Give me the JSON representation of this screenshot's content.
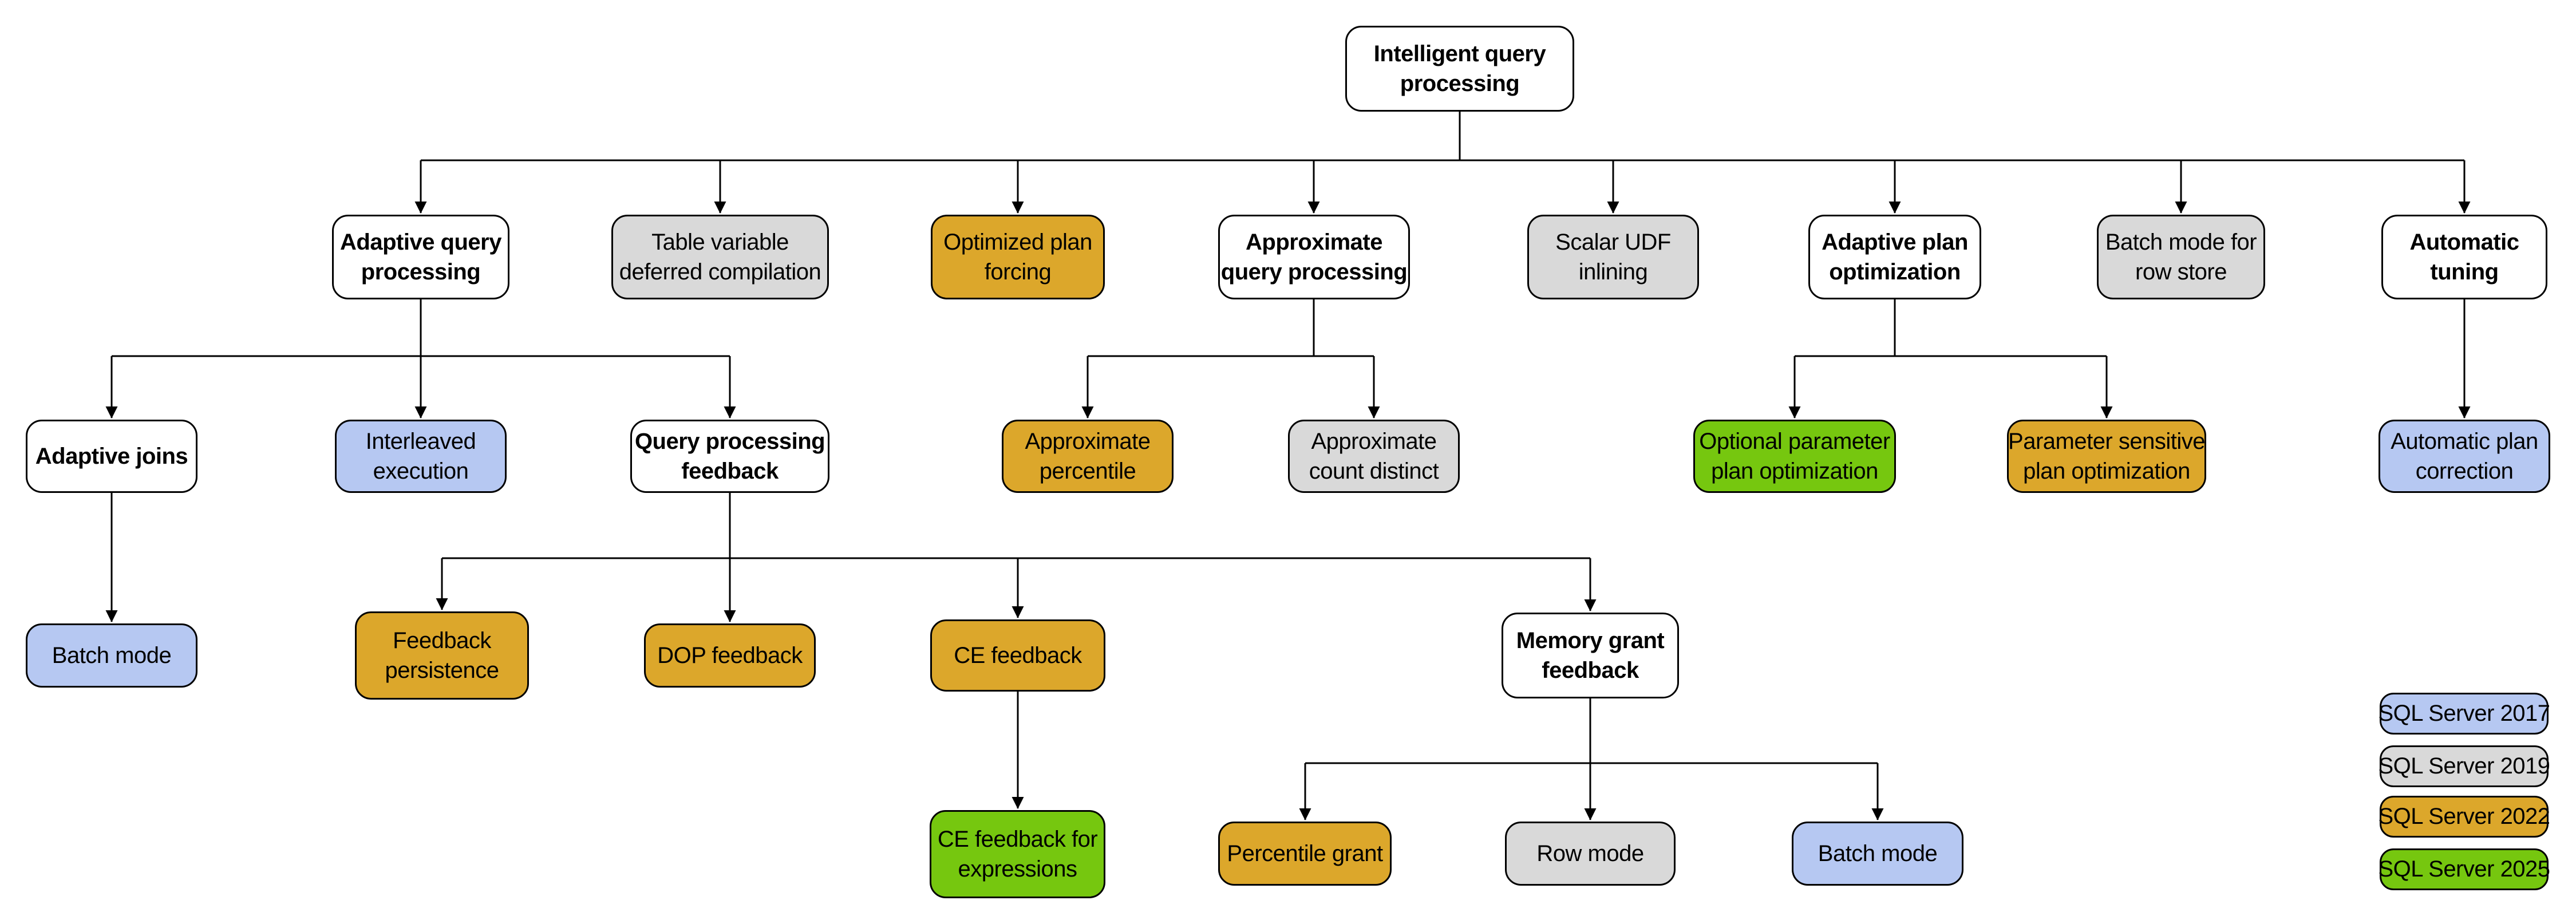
{
  "palette": {
    "2017": "#B6C8F2",
    "2019": "#D9D9D9",
    "2022": "#DCA72B",
    "2025": "#76C70F",
    "category": "#FFFFFF",
    "border": "#000000",
    "text": "#000000",
    "background": "#FFFFFF"
  },
  "nodes": [
    {
      "label": "Intelligent query\nprocessing",
      "version": "category"
    },
    {
      "label": "Adaptive query\nprocessing",
      "version": "category"
    },
    {
      "label": "Table variable\ndeferred compilation",
      "version": "2019"
    },
    {
      "label": "Optimized plan\nforcing",
      "version": "2022"
    },
    {
      "label": "Approximate\nquery processing",
      "version": "category"
    },
    {
      "label": "Scalar UDF\ninlining",
      "version": "2019"
    },
    {
      "label": "Adaptive plan\noptimization",
      "version": "category"
    },
    {
      "label": "Batch mode for\nrow store",
      "version": "2019"
    },
    {
      "label": "Automatic\ntuning",
      "version": "category"
    },
    {
      "label": "Adaptive joins",
      "version": "category"
    },
    {
      "label": "Interleaved\nexecution",
      "version": "2017"
    },
    {
      "label": "Query processing\nfeedback",
      "version": "category"
    },
    {
      "label": "Approximate\npercentile",
      "version": "2022"
    },
    {
      "label": "Approximate\ncount distinct",
      "version": "2019"
    },
    {
      "label": "Optional parameter\nplan optimization",
      "version": "2025"
    },
    {
      "label": "Parameter sensitive\nplan optimization",
      "version": "2022"
    },
    {
      "label": "Automatic plan\ncorrection",
      "version": "2017"
    },
    {
      "label": "Batch mode",
      "version": "2017"
    },
    {
      "label": "Feedback\npersistence",
      "version": "2022"
    },
    {
      "label": "DOP feedback",
      "version": "2022"
    },
    {
      "label": "CE feedback",
      "version": "2022"
    },
    {
      "label": "Memory grant\nfeedback",
      "version": "category"
    },
    {
      "label": "CE feedback for\nexpressions",
      "version": "2025"
    },
    {
      "label": "Percentile grant",
      "version": "2022"
    },
    {
      "label": "Row mode",
      "version": "2019"
    },
    {
      "label": "Batch mode",
      "version": "2017"
    }
  ],
  "edges": [
    {
      "from": "Intelligent query processing",
      "to": [
        "Adaptive query processing",
        "Table variable deferred compilation",
        "Optimized plan forcing",
        "Approximate query processing",
        "Scalar UDF inlining",
        "Adaptive plan optimization",
        "Batch mode for row store",
        "Automatic tuning"
      ]
    },
    {
      "from": "Adaptive query processing",
      "to": [
        "Adaptive joins",
        "Interleaved execution",
        "Query processing feedback"
      ]
    },
    {
      "from": "Approximate query processing",
      "to": [
        "Approximate percentile",
        "Approximate count distinct"
      ]
    },
    {
      "from": "Adaptive plan optimization",
      "to": [
        "Optional parameter plan optimization",
        "Parameter sensitive plan optimization"
      ]
    },
    {
      "from": "Automatic tuning",
      "to": [
        "Automatic plan correction"
      ]
    },
    {
      "from": "Adaptive joins",
      "to": [
        "Batch mode"
      ]
    },
    {
      "from": "Query processing feedback",
      "to": [
        "Feedback persistence",
        "DOP feedback",
        "CE feedback",
        "Memory grant feedback"
      ]
    },
    {
      "from": "CE feedback",
      "to": [
        "CE feedback for expressions"
      ]
    },
    {
      "from": "Memory grant feedback",
      "to": [
        "Percentile grant",
        "Row mode",
        "Batch mode"
      ]
    }
  ],
  "legend": {
    "items": [
      {
        "label": "SQL Server 2017",
        "version": "2017"
      },
      {
        "label": "SQL Server 2019",
        "version": "2019"
      },
      {
        "label": "SQL Server 2022",
        "version": "2022"
      },
      {
        "label": "SQL Server 2025",
        "version": "2025"
      }
    ]
  }
}
